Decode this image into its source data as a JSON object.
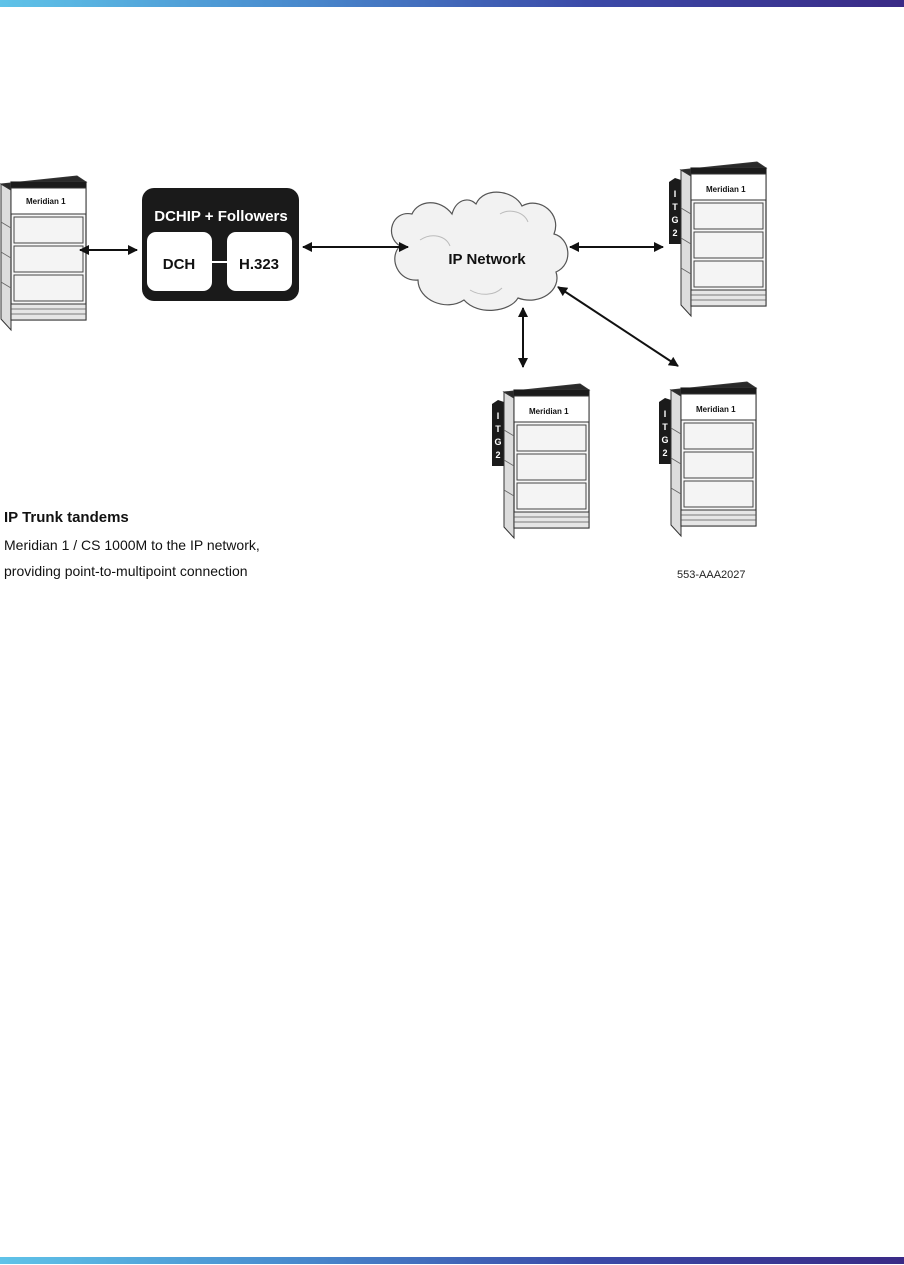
{
  "diagram": {
    "dchip_box": {
      "title": "DCHIP + Followers",
      "dch_label": "DCH",
      "h323_label": "H.323"
    },
    "cloud_label": "IP Network",
    "cabinet_label": "Meridian 1",
    "itg_letters": [
      "I",
      "T",
      "G",
      "2"
    ]
  },
  "caption": {
    "title": "IP Trunk tandems",
    "line1": "Meridian 1 / CS 1000M to the IP network,",
    "line2": "providing point-to-multipoint connection"
  },
  "figure_id": "553-AAA2027",
  "colors": {
    "bar_start": "#5fc3e8",
    "bar_end": "#3a2a86",
    "box_fill": "#1a1a1a"
  }
}
